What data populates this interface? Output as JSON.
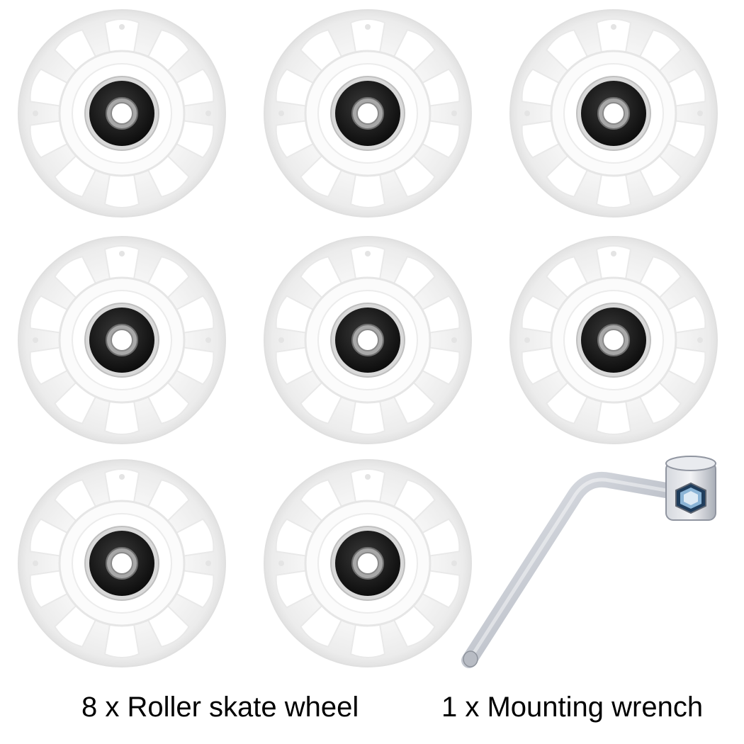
{
  "captions": {
    "wheels": "8 x Roller skate wheel",
    "wrench": "1 x Mounting wrench"
  },
  "items": [
    {
      "name": "Roller skate wheel",
      "quantity": 8,
      "icon": "roller-skate-wheel-icon"
    },
    {
      "name": "Mounting wrench",
      "quantity": 1,
      "icon": "wrench-icon"
    }
  ],
  "colors": {
    "background": "#ffffff",
    "wheel_body": "#f1f1f1",
    "wheel_spoke": "#fafafa",
    "bearing_outer": "#1a1a1a",
    "bearing_race": "#a8a8a8",
    "wrench_metal": "#c9ccd3",
    "wrench_socket_accent": "#8ab4d6",
    "caption_text": "#000000"
  }
}
